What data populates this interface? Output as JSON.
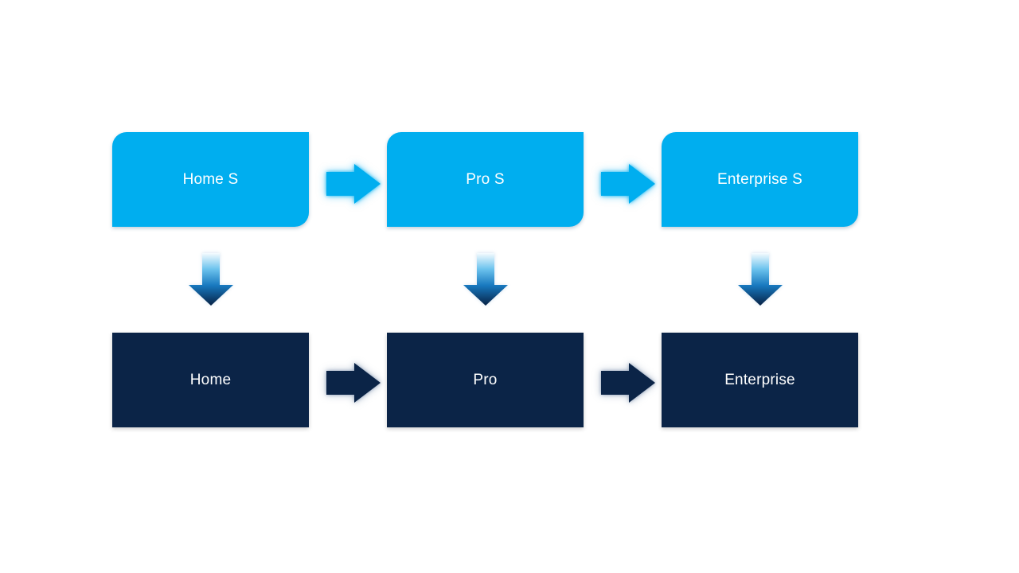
{
  "colors": {
    "canvas_background": "#FFFFFF",
    "top_box_fill": "#00AEEF",
    "bottom_box_fill": "#0B2447",
    "label_text": "#FFFFFF",
    "light_arrow_fill": "#00AEEF",
    "dark_arrow_fill": "#0B2447",
    "down_arrow_top": "#F5FBFE",
    "down_arrow_mid": "#6EC4EE",
    "down_arrow_low": "#1778BE",
    "down_arrow_tip": "#082245"
  },
  "diagram": {
    "type": "process-flow",
    "top_row": [
      {
        "label": "Home S"
      },
      {
        "label": "Pro S"
      },
      {
        "label": "Enterprise S"
      }
    ],
    "bottom_row": [
      {
        "label": "Home"
      },
      {
        "label": "Pro"
      },
      {
        "label": "Enterprise"
      }
    ],
    "connectors": {
      "horizontal_top_icon": "right-arrow",
      "horizontal_bottom_icon": "right-arrow",
      "vertical_icon": "down-arrow"
    }
  }
}
